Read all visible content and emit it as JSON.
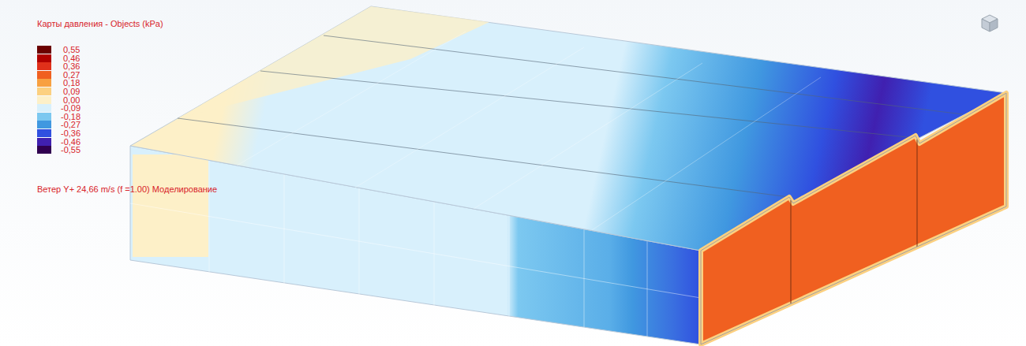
{
  "diagram": {
    "title": "Карты давления - Objects (kPa)",
    "labels": [
      "Ветер Y+ 24,66 m/s (f =1.00) Моделирование"
    ],
    "legend": [
      {
        "text": "0,55",
        "color": "#6b0000"
      },
      {
        "text": "0,46",
        "color": "#b00000"
      },
      {
        "text": "0,36",
        "color": "#e0301a"
      },
      {
        "text": "0,27",
        "color": "#f06020"
      },
      {
        "text": "0,18",
        "color": "#f8a040"
      },
      {
        "text": "0,09",
        "color": "#fcd080"
      },
      {
        "text": "0,00",
        "color": "#fdf0c8"
      },
      {
        "text": "-0,09",
        "color": "#d8f0fc"
      },
      {
        "text": "-0,18",
        "color": "#7cc8f0"
      },
      {
        "text": "-0,27",
        "color": "#4098e0"
      },
      {
        "text": "-0,36",
        "color": "#3050e0"
      },
      {
        "text": "-0,46",
        "color": "#4020b0"
      },
      {
        "text": "-0,55",
        "color": "#300050"
      }
    ]
  }
}
